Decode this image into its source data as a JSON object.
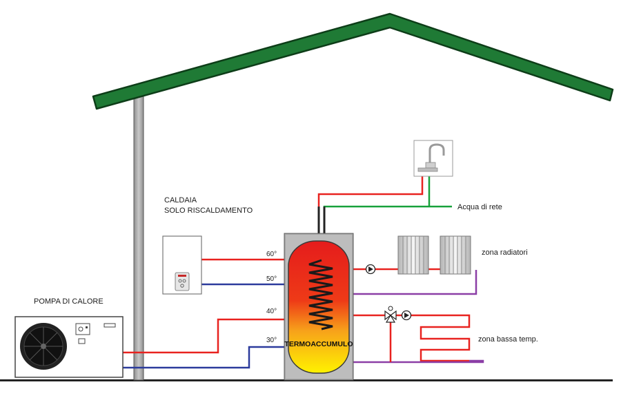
{
  "labels": {
    "caldaia_line1": "CALDAIA",
    "caldaia_line2": "SOLO RISCALDAMENTO",
    "pompa": "POMPA DI CALORE",
    "acqua": "Acqua di rete",
    "zona_radiatori": "zona radiatori",
    "zona_bassa": "zona bassa temp.",
    "termoaccumulo": "TERMOACCUMULO"
  },
  "temperatures": [
    "60°",
    "50°",
    "40°",
    "30°"
  ],
  "colors": {
    "roof": "#1f7a35",
    "hot_pipe": "#e8221f",
    "cold_pipe": "#2b3a9c",
    "mains_pipe": "#17a13a",
    "return_pipe": "#8b3ea6",
    "wall": "#a8a8a8"
  },
  "icons": [
    "faucet-icon",
    "radiator-icon",
    "pump-icon",
    "mixing-valve-icon",
    "fan-icon"
  ]
}
